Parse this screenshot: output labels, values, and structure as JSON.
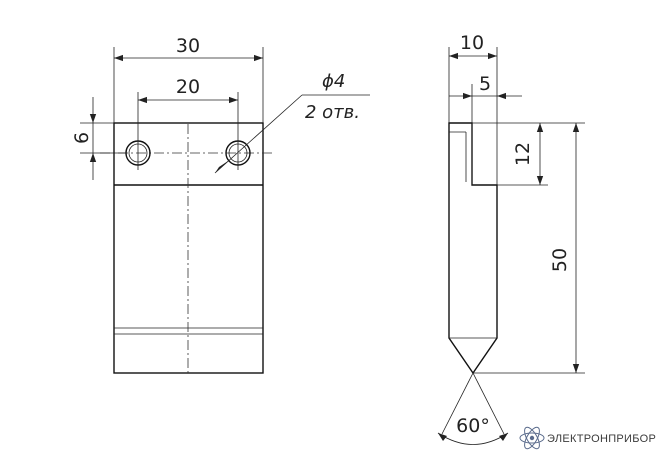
{
  "front_view": {
    "dim_overall_width": "30",
    "dim_hole_spacing": "20",
    "dim_hole_offset": "6",
    "hole_callout_diameter": "ϕ4",
    "hole_callout_count": "2 отв."
  },
  "side_view": {
    "dim_thickness": "10",
    "dim_step": "5",
    "dim_step_height": "12",
    "dim_height": "50",
    "dim_angle": "60°"
  },
  "logo": {
    "text": "ЭЛЕКТРОНПРИБОР",
    "icon": "atom-icon",
    "color": "#5a6b8c"
  }
}
